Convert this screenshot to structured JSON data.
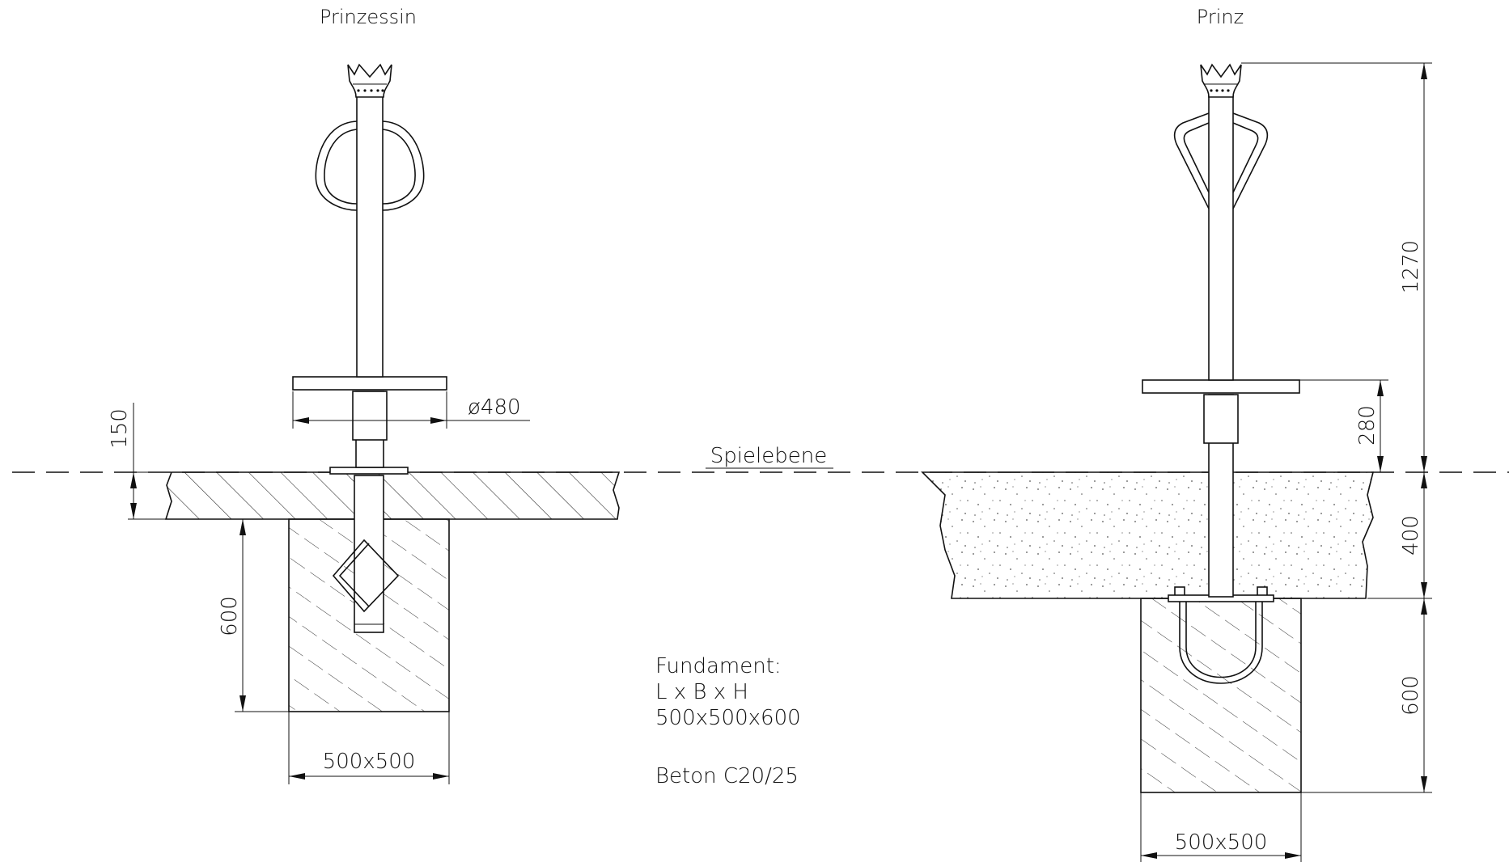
{
  "titles": {
    "left": "Prinzessin",
    "right": "Prinz"
  },
  "labels": {
    "ground_level": "Spielebene"
  },
  "dimensions": {
    "left": {
      "plate_diameter": "ø480",
      "ground_depth": "150",
      "foundation_height": "600",
      "foundation_width": "500x500"
    },
    "right": {
      "total_height": "1270",
      "plate_height": "280",
      "ground_depth": "400",
      "foundation_height": "600",
      "foundation_width": "500x500"
    }
  },
  "notes": {
    "line1": "Fundament:",
    "line2": "L x B x H",
    "line3": "500x500x600",
    "line4": "Beton C20/25"
  },
  "colors": {
    "line": "#111111",
    "background": "#ffffff"
  }
}
